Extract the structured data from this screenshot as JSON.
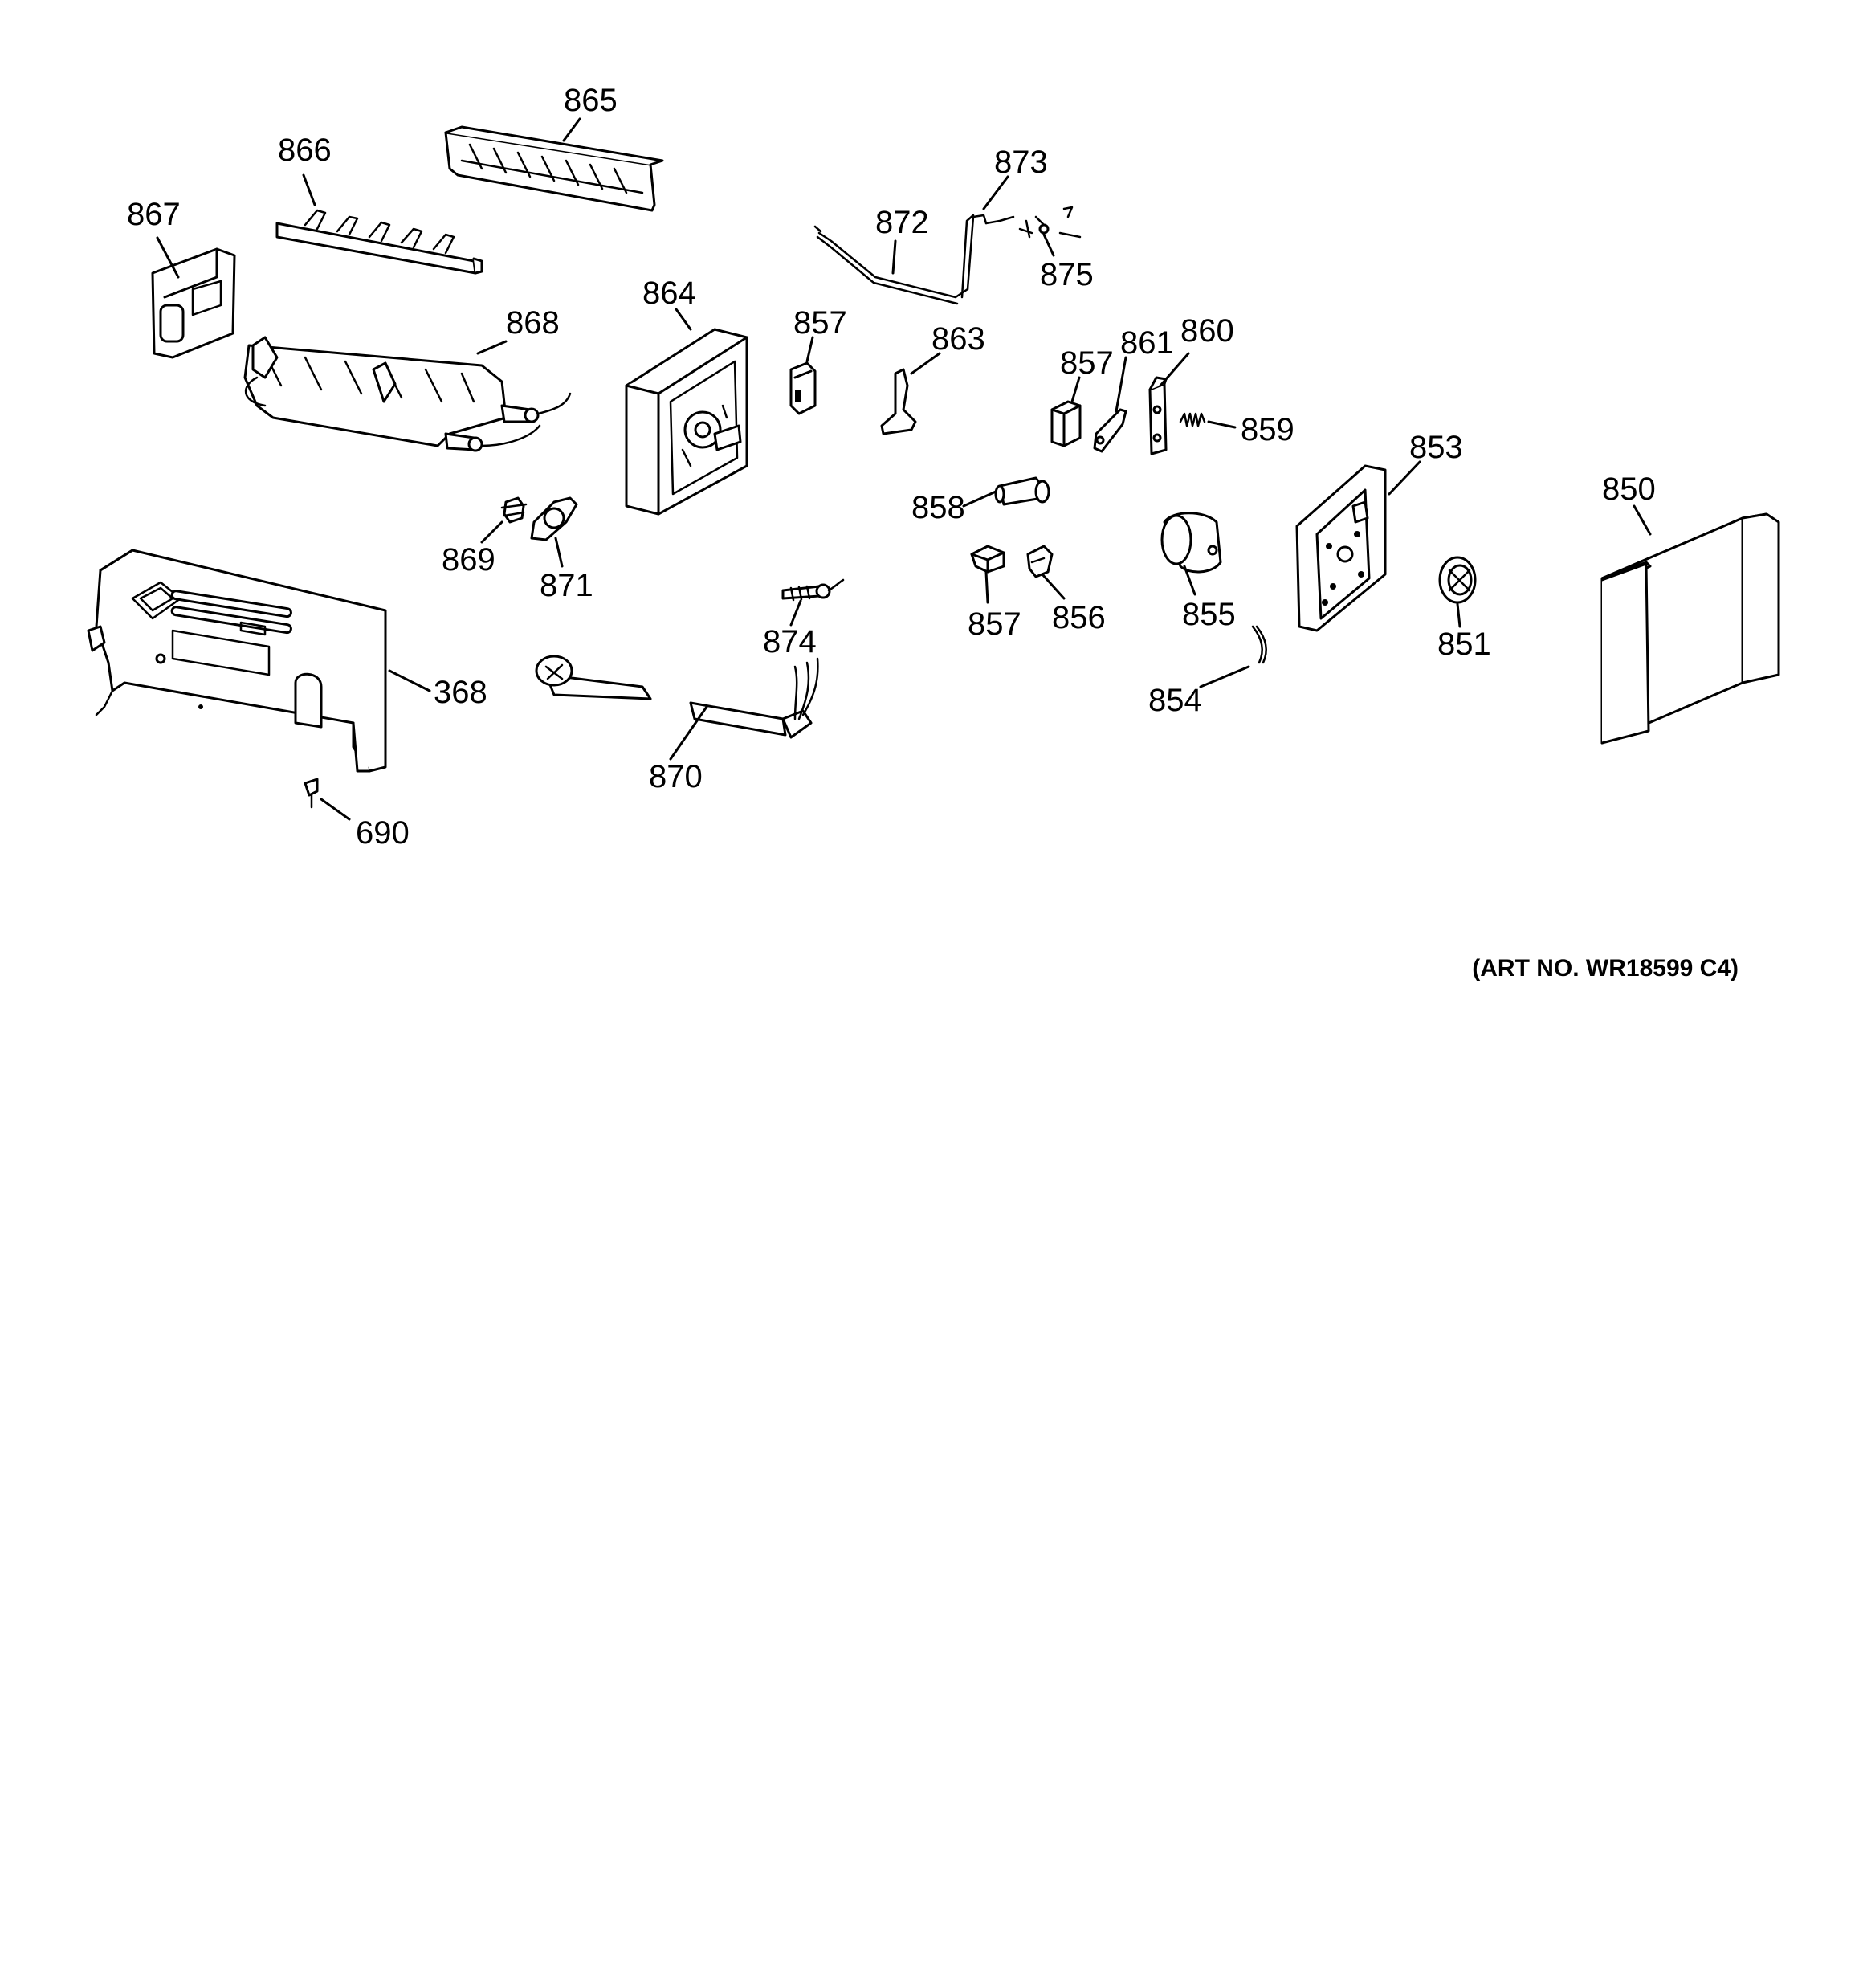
{
  "diagram": {
    "parts": [
      {
        "id": "p865",
        "label": "865"
      },
      {
        "id": "p866",
        "label": "866"
      },
      {
        "id": "p867",
        "label": "867"
      },
      {
        "id": "p868",
        "label": "868"
      },
      {
        "id": "p864",
        "label": "864"
      },
      {
        "id": "p857a",
        "label": "857"
      },
      {
        "id": "p872",
        "label": "872"
      },
      {
        "id": "p873",
        "label": "873"
      },
      {
        "id": "p875",
        "label": "875"
      },
      {
        "id": "p863",
        "label": "863"
      },
      {
        "id": "p857b",
        "label": "857"
      },
      {
        "id": "p861",
        "label": "861"
      },
      {
        "id": "p860",
        "label": "860"
      },
      {
        "id": "p859",
        "label": "859"
      },
      {
        "id": "p853",
        "label": "853"
      },
      {
        "id": "p850",
        "label": "850"
      },
      {
        "id": "p858",
        "label": "858"
      },
      {
        "id": "p869",
        "label": "869"
      },
      {
        "id": "p871",
        "label": "871"
      },
      {
        "id": "p874",
        "label": "874"
      },
      {
        "id": "p857c",
        "label": "857"
      },
      {
        "id": "p856",
        "label": "856"
      },
      {
        "id": "p855",
        "label": "855"
      },
      {
        "id": "p851",
        "label": "851"
      },
      {
        "id": "p854",
        "label": "854"
      },
      {
        "id": "p368",
        "label": "368"
      },
      {
        "id": "p870",
        "label": "870"
      },
      {
        "id": "p690",
        "label": "690"
      }
    ],
    "art_number": "(ART NO. WR18599 C4)"
  }
}
